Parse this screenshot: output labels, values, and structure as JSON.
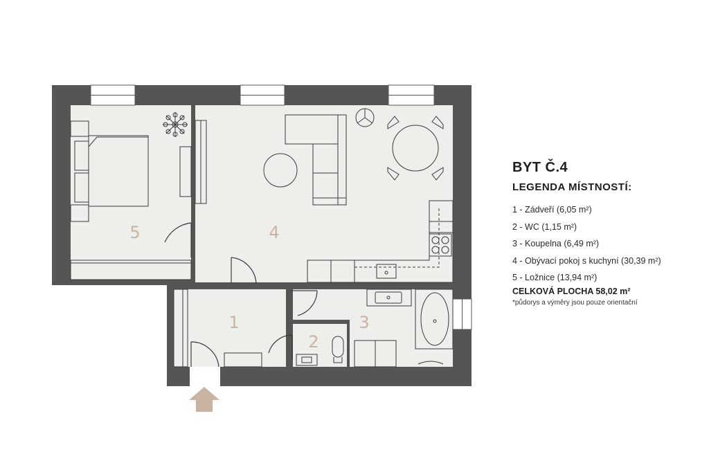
{
  "legend": {
    "title": "BYT Č.4",
    "subtitle": "LEGENDA MÍSTNOSTÍ:",
    "rooms": [
      "1 - Zádveří (6,05 m²)",
      "2 - WC (1,15 m²)",
      "3 - Koupelna (6,49 m²)",
      "4 - Obývací pokoj s kuchyní (30,39 m²)",
      "5 - Ložnice (13,94 m²)"
    ],
    "total": "CELKOVÁ PLOCHA 58,02 m²",
    "note": "*půdorys a výměry jsou pouze orientační"
  },
  "plan": {
    "room_numbers": [
      "1",
      "2",
      "3",
      "4",
      "5"
    ],
    "colors": {
      "wall": "#555555",
      "floor": "#eeeeeb",
      "window": "#ffffff",
      "line": "#3a3a3a",
      "room_number": "#c9b3a2",
      "entrance_arrow": "#c9b3a2"
    },
    "icons": [
      "plant-icon",
      "floor-lamp-icon",
      "entrance-arrow-icon",
      "cooktop-icon"
    ]
  }
}
